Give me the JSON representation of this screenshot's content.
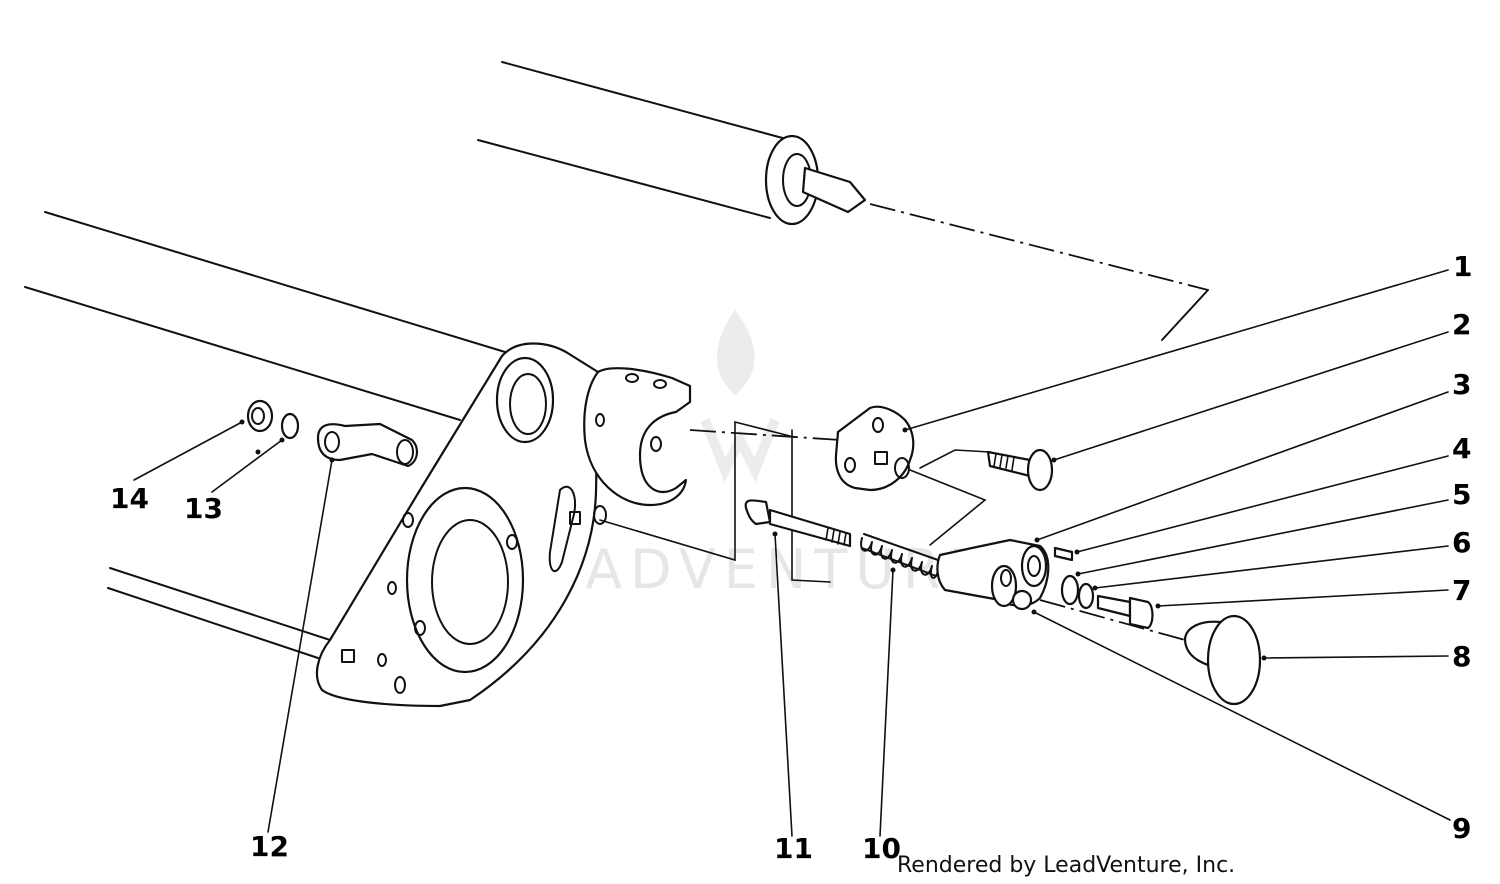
{
  "diagram": {
    "callouts": [
      "1",
      "2",
      "3",
      "4",
      "5",
      "6",
      "7",
      "8",
      "9",
      "10",
      "11",
      "12",
      "13",
      "14"
    ],
    "watermark": "LEADVENTURE",
    "credit": "Rendered by LeadVenture, Inc."
  }
}
